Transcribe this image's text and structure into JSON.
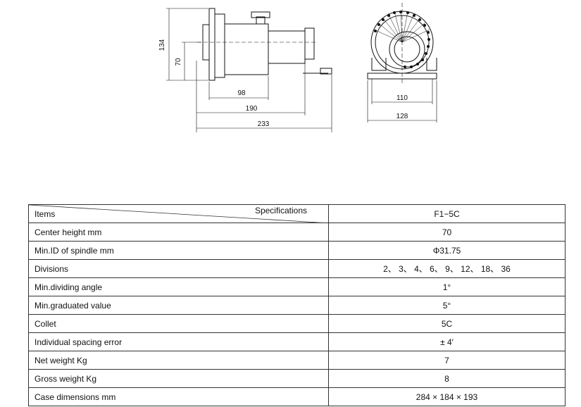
{
  "drawing": {
    "side_view_dims": {
      "height_total": "134",
      "center_height": "70",
      "len_98": "98",
      "len_190": "190",
      "len_233": "233"
    },
    "front_view_dims": {
      "width_110": "110",
      "width_128": "128"
    }
  },
  "table": {
    "header_items": "Items",
    "header_specs": "Specifications",
    "model": "F1−5C",
    "rows": [
      {
        "label": "Center height mm",
        "value": "70"
      },
      {
        "label": "Min.ID of spindle mm",
        "value": "Φ31.75"
      },
      {
        "label": "Divisions",
        "value": "2、 3、 4、 6、 9、 12、 18、 36"
      },
      {
        "label": "Min.dividing angle",
        "value": "1°"
      },
      {
        "label": "Min.graduated value",
        "value": "5°"
      },
      {
        "label": "Collet",
        "value": "5C"
      },
      {
        "label": "Individual spacing error",
        "value": "± 4′"
      },
      {
        "label": "Net weight Kg",
        "value": "7"
      },
      {
        "label": "Gross weight Kg",
        "value": "8"
      },
      {
        "label": "Case dimensions mm",
        "value": "284 × 184 × 193"
      }
    ]
  }
}
